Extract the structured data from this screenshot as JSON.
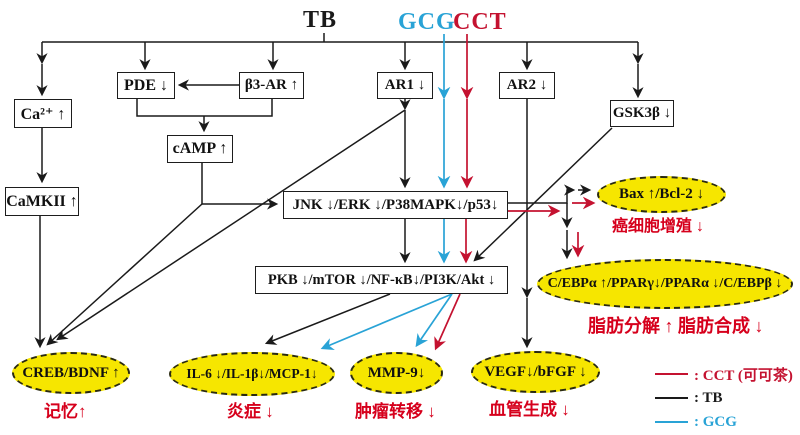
{
  "title": "TB / GCG / CCT signaling pathway diagram",
  "colors": {
    "tb": "#1a1a1a",
    "gcg": "#29a3d6",
    "cct": "#c41230",
    "ellipse_fill": "#f6e600",
    "outcome_text": "#d6001c"
  },
  "compounds": {
    "tb": "TB",
    "gcg": "GCG",
    "cct": "CCT"
  },
  "nodes": {
    "ca": "Ca²⁺ ↑",
    "pde": "PDE ↓",
    "b3ar": "β3-AR ↑",
    "ar1": "AR1 ↓",
    "ar2": "AR2 ↓",
    "gsk3b": "GSK3β ↓",
    "camp": "cAMP ↑",
    "camkii": "CaMKII ↑",
    "jnk": "JNK ↓/ERK ↓/P38MAPK↓/p53↓",
    "pkb": "PKB ↓/mTOR ↓/NF-κB↓/PI3K/Akt ↓"
  },
  "outcomes": [
    {
      "id": "creb",
      "label": "CREB/BDNF ↑",
      "effect": "记忆↑"
    },
    {
      "id": "il6",
      "label": "IL-6 ↓/IL-1β↓/MCP-1↓",
      "effect": "炎症 ↓"
    },
    {
      "id": "mmp9",
      "label": "MMP-9↓",
      "effect": "肿瘤转移 ↓"
    },
    {
      "id": "vegf",
      "label": "VEGF↓/bFGF ↓",
      "effect": "血管生成 ↓"
    },
    {
      "id": "bax",
      "label": "Bax ↑/Bcl-2 ↓",
      "effect": "癌细胞增殖 ↓"
    },
    {
      "id": "cebp",
      "label": "C/EBPα ↑/PPARγ↓/PPARα ↓/C/EBPβ ↓",
      "effect": "脂肪分解 ↑ 脂肪合成 ↓"
    }
  ],
  "legend": [
    {
      "id": "cct",
      "label": ": CCT (可可茶)"
    },
    {
      "id": "tb",
      "label": ": TB"
    },
    {
      "id": "gcg",
      "label": ": GCG"
    }
  ]
}
